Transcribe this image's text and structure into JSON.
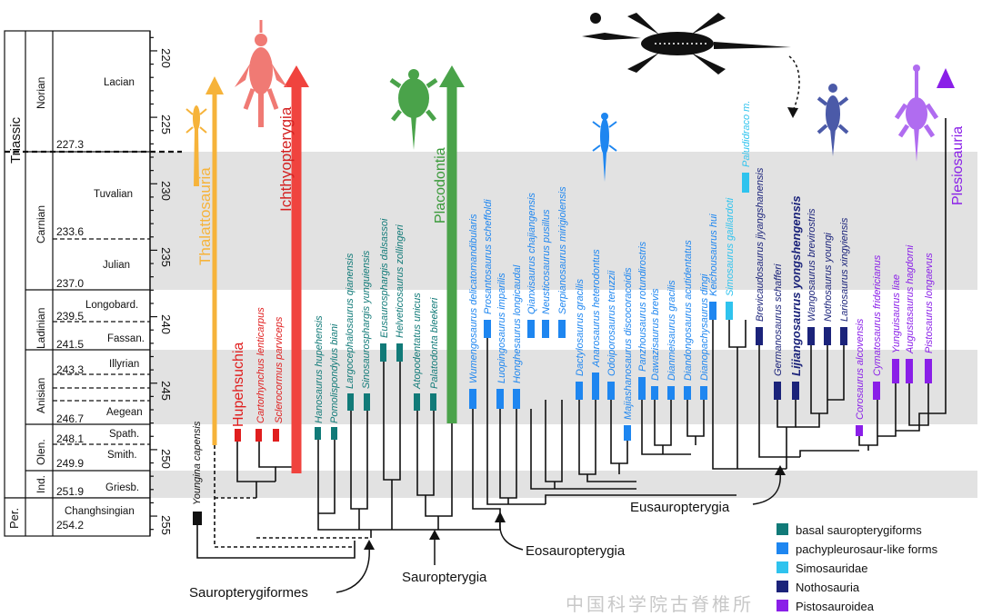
{
  "timescale": {
    "system": "Triassic",
    "permian_abbrev": "Per.",
    "stages": [
      {
        "name": "Norian",
        "epoch_label": ""
      },
      {
        "name": "Carnian"
      },
      {
        "name": "Ladinian"
      },
      {
        "name": "Anisian"
      },
      {
        "name": "Olen."
      },
      {
        "name": "Ind."
      }
    ],
    "substages": [
      "Lacian",
      "Tuvalian",
      "Julian",
      "Longobard.",
      "Fassan.",
      "Illyrian",
      "Aegean",
      "Spath.",
      "Smith.",
      "Griesb.",
      "Changhsingian"
    ],
    "boundary_ages": [
      "227.3",
      "233.6",
      "237.0",
      "239.5",
      "241.5",
      "243.3",
      "246.7",
      "248.1",
      "249.9",
      "251.9",
      "254.2"
    ],
    "axis_ticks": [
      "220",
      "225",
      "230",
      "235",
      "240",
      "245",
      "250",
      "255"
    ]
  },
  "groups": {
    "thalattosauria": "Thalattosauria",
    "hupehsuchia": "Hupehsuchia",
    "ichthyopterygia": "Ichthyopterygia",
    "placodontia": "Placodontia",
    "plesiosauria": "Plesiosauria"
  },
  "taxa": {
    "youngina": "Youngina capensis",
    "cartorhynchus": "Cartorhynchus lenticarpus",
    "sclerocormus": "Sclerocormus parviceps",
    "hanosaurus": "Hanosaurus hupehensis",
    "pomolispondylus": "Pomolispondylus biani",
    "largocephalosaurus": "Largocephalosaurus qianensis",
    "sinosaurosphargis": "Sinosaurosphargis yunguiensis",
    "eusaurosphargis": "Eusaurosphargis dalsassoi",
    "helveticosaurus": "Helveticosaurus zollingeri",
    "atopodentatus": "Atopodentatus unicus",
    "palatodonta": "Palatodonta bleekeri",
    "wumengosaurus": "Wumengosaurus delicatomandibularis",
    "prosantosaurus": "Prosantosaurus scheffoldi",
    "luopingosaurus": "Luopingosaurus imparilis",
    "honghesaurus": "Honghesaurus longicaudal",
    "qianxisaurus": "Qianxisaurus chajiangensis",
    "neusticosaurus": "Neusticosaurus pusillus",
    "serpianosaurus": "Serpianosaurus mirigiolensis",
    "dactylosaurus": "Dactylosaurus gracilis",
    "anarosaurus": "Anarosaurus heterodontus",
    "odoiporosaurus": "Odoiporosaurus teruzzii",
    "majiashanosaurus": "Majiashanosaurus discocoracoidis",
    "panzhousaurus": "Panzhousaurus rotundirostris",
    "dawazisaurus": "Dawazisaurus brevis",
    "dianmeisaurus": "Dianmeisaurus gracilis",
    "diandongosaurus": "Diandongosaurus acutidentatus",
    "dianopachysaurus": "Dianopachysaurus dingi",
    "keichousaurus": "Keichousaurus hui",
    "simosaurus": "Simosaurus gaillardoti",
    "paludidraco": "Paludidraco m.",
    "brevicaudosaurus": "Brevicaudosaurus jiyangshanensis",
    "germanosaurus": "Germanosaurus schafferi",
    "lijiangosaurus": "Lijiangosaurus yongshengensis",
    "wangosaurus": "Wangosaurus brevirostris",
    "nothosaurus": "Nothosaurus youngi",
    "lariosaurus": "Lariosaurus xingyiensis",
    "corosaurus": "Corosaurus alcovensis",
    "cymatosaurus": "Cymatosaurus fridericianus",
    "yunguisaurus": "Yunguisaurus liae",
    "augustasaurus": "Augustasaurus hagdorni",
    "pistosaurus": "Pistosaurus longaevus"
  },
  "clades": {
    "sauropterygiformes": "Sauropterygiformes",
    "sauropterygia": "Sauropterygia",
    "eosauropterygia": "Eosauropterygia",
    "eusauropterygia": "Eusauropterygia"
  },
  "legend": [
    {
      "label": "basal sauropterygiforms",
      "color": "#117a78"
    },
    {
      "label": "pachypleurosaur-like forms",
      "color": "#1e86f0"
    },
    {
      "label": "Simosauridae",
      "color": "#2fc3ee"
    },
    {
      "label": "Nothosauria",
      "color": "#1b237a"
    },
    {
      "label": "Pistosauroidea",
      "color": "#8a1fe8"
    }
  ],
  "colors": {
    "thalattosauria": "#f6b33a",
    "ichthyo": "#f0433e",
    "placodontia": "#4aa34a",
    "basal": "#117a78",
    "pachy": "#1e86f0",
    "simo": "#2fc3ee",
    "notho": "#1b237a",
    "pisto": "#8a1fe8",
    "band": "#e2e2e2"
  },
  "watermark": "中国科学院古脊椎所"
}
